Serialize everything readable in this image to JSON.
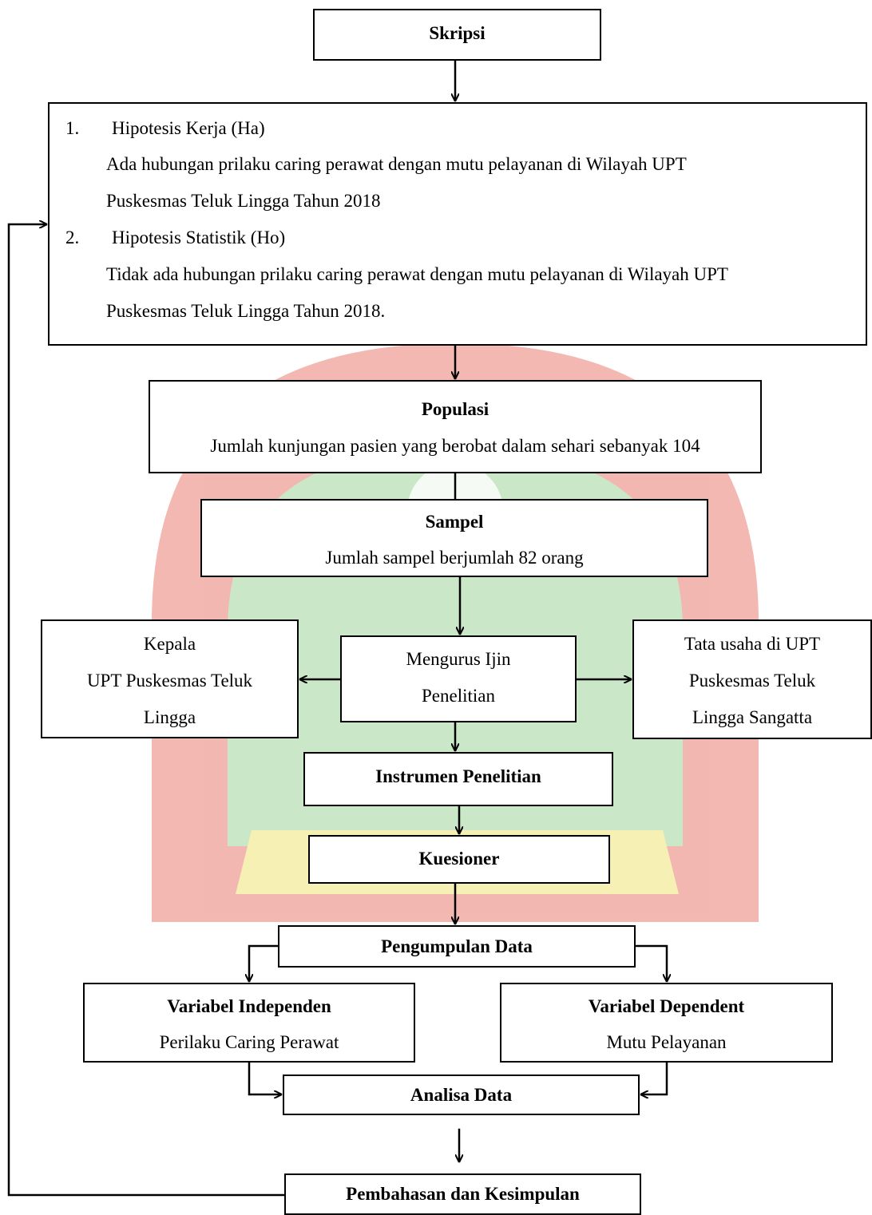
{
  "skripsi": "Skripsi",
  "hypotheses": [
    {
      "number": "1.",
      "heading": "Hipotesis Kerja (Ha)",
      "text_line1": "Ada hubungan prilaku caring perawat dengan mutu pelayanan di Wilayah UPT",
      "text_line2": "Puskesmas Teluk Lingga Tahun 2018"
    },
    {
      "number": "2.",
      "heading": "Hipotesis Statistik (Ho)",
      "text_line1": "Tidak ada hubungan prilaku caring perawat dengan mutu pelayanan di Wilayah UPT",
      "text_line2": "Puskesmas Teluk Lingga Tahun 2018."
    }
  ],
  "populasi": {
    "title": "Populasi",
    "text": "Jumlah kunjungan pasien yang berobat dalam sehari sebanyak 104"
  },
  "sampel": {
    "title": "Sampel",
    "text": "Jumlah sampel berjumlah 82 orang"
  },
  "kepala": {
    "line1": "Kepala",
    "line2": "UPT Puskesmas Teluk",
    "line3": "Lingga"
  },
  "ijin": {
    "line1": "Mengurus Ijin",
    "line2": "Penelitian"
  },
  "tata_usaha": {
    "line1": "Tata usaha di UPT",
    "line2": "Puskesmas Teluk",
    "line3": "Lingga Sangatta"
  },
  "instrumen": "Instrumen Penelitian",
  "kuesioner": "Kuesioner",
  "pengumpulan": "Pengumpulan Data",
  "independen": {
    "title": "Variabel Independen",
    "text": "Perilaku Caring Perawat"
  },
  "dependent": {
    "title": "Variabel Dependent",
    "text": "Mutu Pelayanan"
  },
  "analisa": "Analisa Data",
  "pembahasan": "Pembahasan dan Kesimpulan",
  "watermark_colors": {
    "red": "#f2b0a9",
    "green": "#c5e6c2",
    "yellow": "#f6efae"
  }
}
